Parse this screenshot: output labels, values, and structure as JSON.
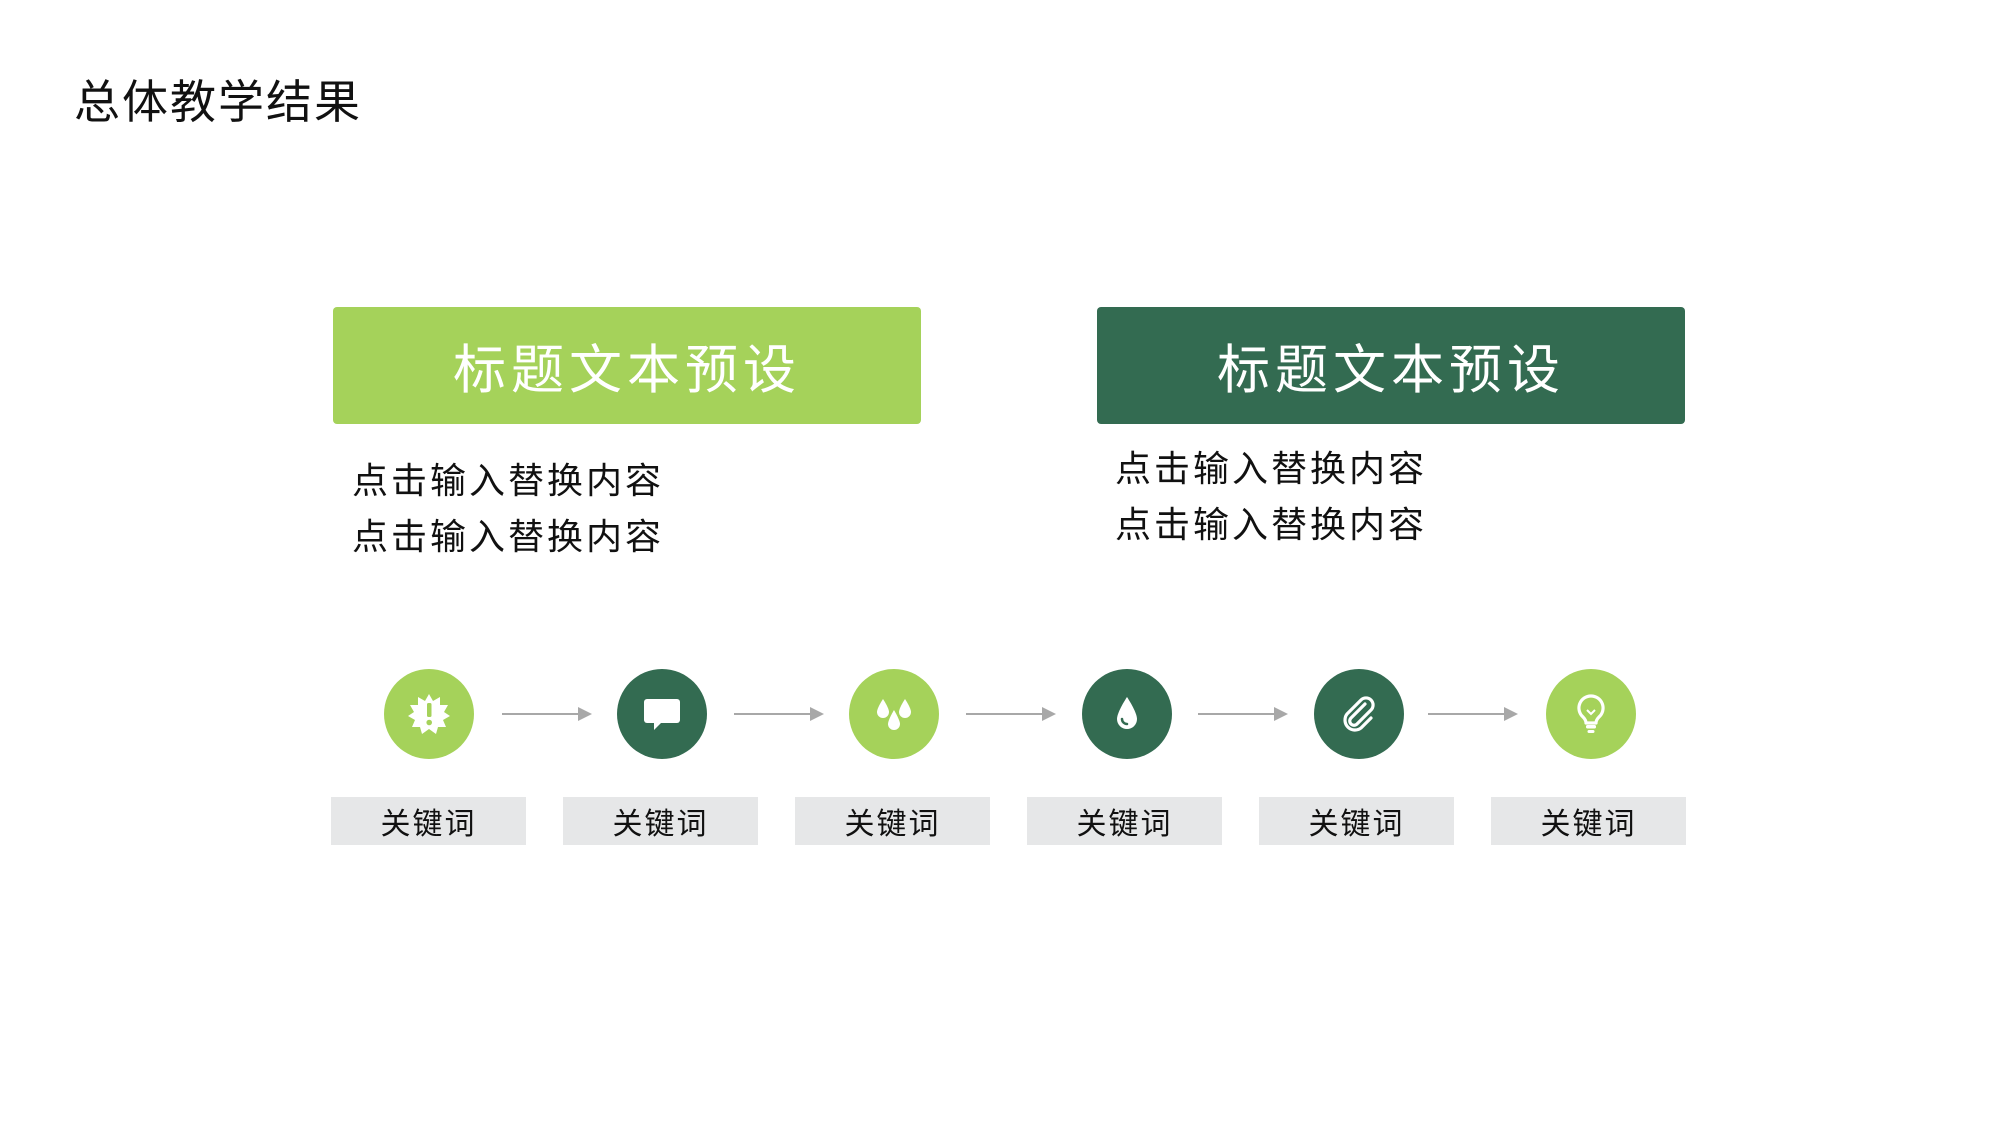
{
  "slide": {
    "title": "总体教学结果"
  },
  "cards": [
    {
      "header": "标题文本预设",
      "lines": [
        "点击输入替换内容",
        "点击输入替换内容"
      ],
      "color": "#a5d25a"
    },
    {
      "header": "标题文本预设",
      "lines": [
        "点击输入替换内容",
        "点击输入替换内容"
      ],
      "color": "#336b51"
    }
  ],
  "steps": [
    {
      "icon": "alert-badge-icon",
      "keyword": "关键词",
      "color": "#a5d25a"
    },
    {
      "icon": "speech-bubble-icon",
      "keyword": "关键词",
      "color": "#336b51"
    },
    {
      "icon": "water-drops-icon",
      "keyword": "关键词",
      "color": "#a5d25a"
    },
    {
      "icon": "droplet-icon",
      "keyword": "关键词",
      "color": "#336b51"
    },
    {
      "icon": "paperclip-icon",
      "keyword": "关键词",
      "color": "#336b51"
    },
    {
      "icon": "lightbulb-icon",
      "keyword": "关键词",
      "color": "#a5d25a"
    }
  ],
  "colors": {
    "light_green": "#a5d25a",
    "dark_green": "#336b51",
    "keyword_bg": "#e6e7e8",
    "arrow": "#a8a8a8"
  }
}
